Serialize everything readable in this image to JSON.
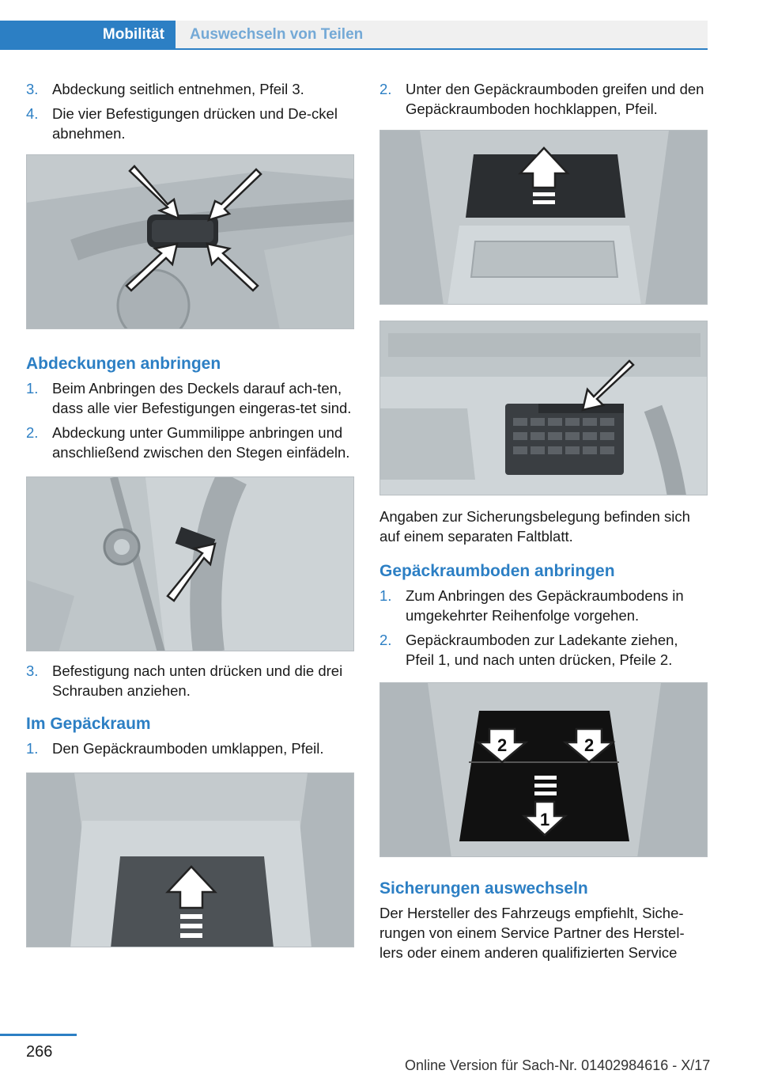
{
  "header": {
    "section": "Mobilität",
    "subsection": "Auswechseln von Teilen"
  },
  "left": {
    "steps_top": [
      {
        "num": "3.",
        "text": "Abdeckung seitlich entnehmen, Pfeil 3."
      },
      {
        "num": "4.",
        "text": "Die vier Befestigungen drücken und De-ckel abnehmen."
      }
    ],
    "heading_covers": "Abdeckungen anbringen",
    "steps_covers": [
      {
        "num": "1.",
        "text": "Beim Anbringen des Deckels darauf ach-ten, dass alle vier Befestigungen eingeras-tet sind."
      },
      {
        "num": "2.",
        "text": "Abdeckung unter Gummilippe anbringen und anschließend zwischen den Stegen einfädeln."
      }
    ],
    "step_fasten": {
      "num": "3.",
      "text": "Befestigung nach unten drücken und die drei Schrauben anziehen."
    },
    "heading_trunk": "Im Gepäckraum",
    "step_trunk": {
      "num": "1.",
      "text": "Den Gepäckraumboden umklappen, Pfeil."
    }
  },
  "right": {
    "step_floor": {
      "num": "2.",
      "text": "Unter den Gepäckraumboden greifen und den Gepäckraumboden hochklappen, Pfeil."
    },
    "note_fuses": "Angaben zur Sicherungsbelegung befinden sich auf einem separaten Faltblatt.",
    "heading_floor": "Gepäckraumboden anbringen",
    "steps_floor": [
      {
        "num": "1.",
        "text": "Zum Anbringen des Gepäckraumbodens in umgekehrter Reihenfolge vorgehen."
      },
      {
        "num": "2.",
        "text": "Gepäckraumboden zur Ladekante ziehen, Pfeil 1, und nach unten drücken, Pfeile 2."
      }
    ],
    "fig_labels": {
      "arrow1": "1",
      "arrow2a": "2",
      "arrow2b": "2"
    },
    "heading_replace": "Sicherungen auswechseln",
    "replace_text": "Der Hersteller des Fahrzeugs empfiehlt, Siche-rungen von einem Service Partner des Herstel-lers oder einem anderen qualifizierten Service"
  },
  "footer": {
    "page": "266",
    "online": "Online Version für Sach-Nr. 01402984616 - X/17"
  },
  "colors": {
    "accent": "#2c7fc4",
    "header_sub": "#74a9d6"
  }
}
